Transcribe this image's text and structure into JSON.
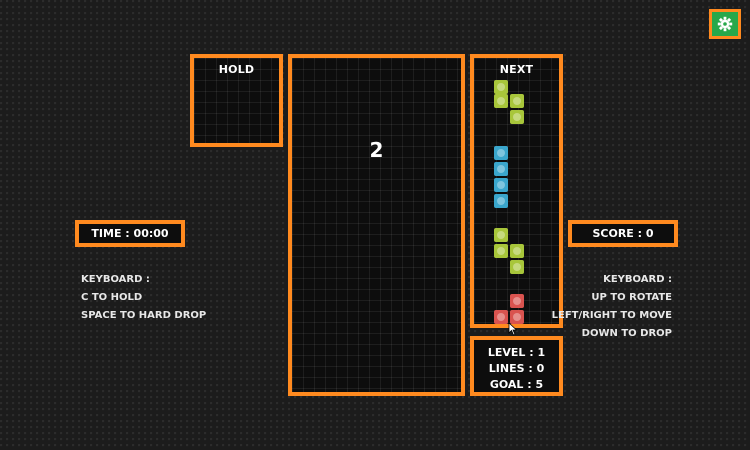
{
  "hold": {
    "title": "HOLD"
  },
  "board": {
    "countdown": "2"
  },
  "next": {
    "title": "NEXT",
    "pieces": [
      {
        "type": "Z",
        "color": "#a8c63a"
      },
      {
        "type": "I",
        "color": "#3aa6cc"
      },
      {
        "type": "S",
        "color": "#a8c63a"
      },
      {
        "type": "T",
        "color": "#d9534f"
      }
    ]
  },
  "time": {
    "text": "TIME : 00:00"
  },
  "score": {
    "text": "SCORE : 0"
  },
  "stats": {
    "level": "LEVEL : 1",
    "lines": "LINES : 0",
    "goal": "GOAL : 5"
  },
  "help_left": {
    "line1": "KEYBOARD :",
    "line2": "C TO HOLD",
    "line3": "SPACE TO HARD DROP"
  },
  "help_right": {
    "line1": "KEYBOARD :",
    "line2": "UP TO ROTATE",
    "line3": "LEFT/RIGHT TO MOVE",
    "line4": "DOWN TO DROP"
  },
  "icons": {
    "settings": "gear-icon",
    "cursor": "mouse-pointer-icon"
  },
  "colors": {
    "frame": "#ff8a1f",
    "settings_bg": "#27a84a"
  }
}
